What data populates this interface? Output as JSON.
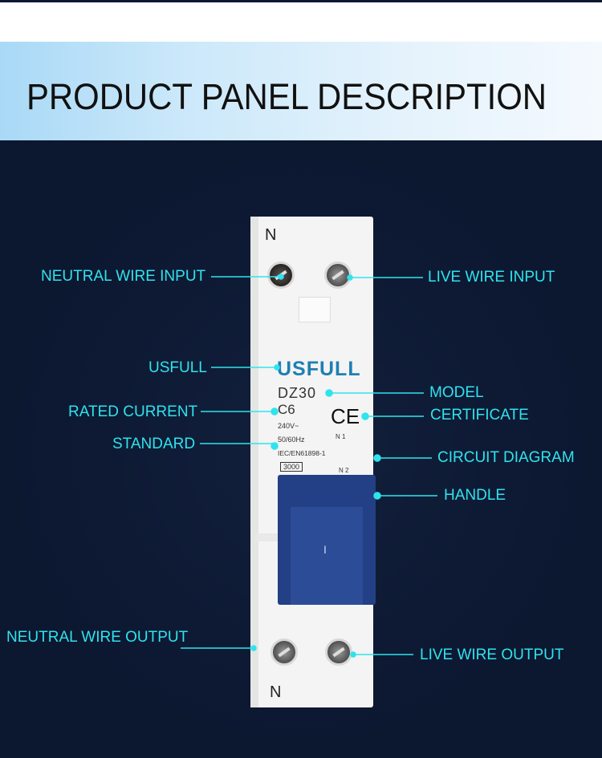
{
  "header": {
    "title": "PRODUCT PANEL DESCRIPTION"
  },
  "product": {
    "terminal_top": "N",
    "terminal_bottom": "N",
    "brand": "USFULL",
    "model": "DZ30",
    "rating": "C6",
    "voltage": "240V~",
    "frequency": "50/60Hz",
    "standard": "IEC/EN61898-1",
    "capacity": "3000",
    "ce_mark": "CE",
    "diagram_top": "N 1",
    "diagram_bottom": "N 2",
    "handle_mark": "I",
    "colors": {
      "body": "#f3f4f3",
      "handle": "#233f85",
      "brand": "#1e7fb3",
      "label": "#2fe3ee"
    }
  },
  "labels": {
    "neutral_in": "NEUTRAL WIRE INPUT",
    "live_in": "LIVE WIRE INPUT",
    "usfull": "USFULL",
    "model": "MODEL",
    "rated_current": "RATED CURRENT",
    "certificate": "CERTIFICATE",
    "standard": "STANDARD",
    "circuit_diagram": "CIRCUIT DIAGRAM",
    "handle": "HANDLE",
    "neutral_out": "NEUTRAL WIRE OUTPUT",
    "live_out": "LIVE WIRE OUTPUT"
  }
}
